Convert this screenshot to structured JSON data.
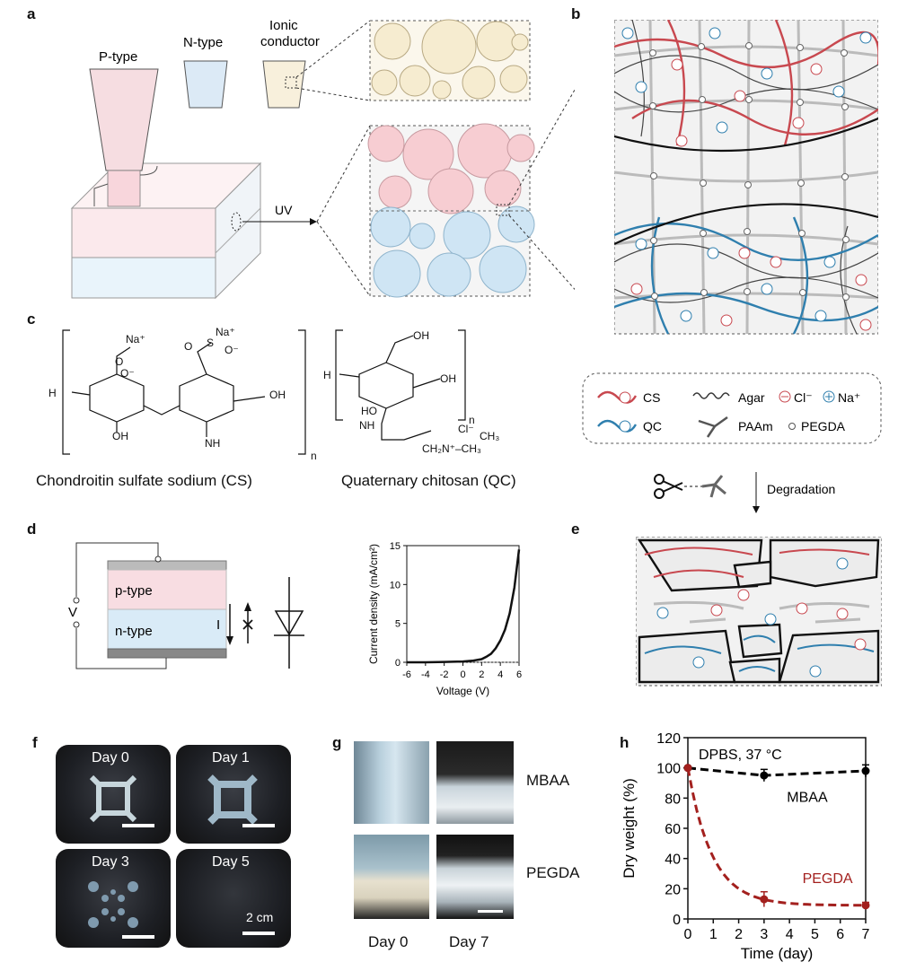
{
  "panels": {
    "a": {
      "letter": "a",
      "p_type": "P-type",
      "n_type": "N-type",
      "ionic_line1": "Ionic",
      "ionic_line2": "conductor",
      "uv": "UV"
    },
    "b": {
      "letter": "b",
      "legend": {
        "cs": "CS",
        "agar": "Agar",
        "cl": "Cl⁻",
        "na": "Na⁺",
        "qc": "QC",
        "paam": "PAAm",
        "pegda": "PEGDA"
      },
      "degradation": "Degradation"
    },
    "c": {
      "letter": "c",
      "cs_name": "Chondroitin sulfate sodium (CS)",
      "qc_name": "Quaternary chitosan (QC)"
    },
    "d": {
      "letter": "d",
      "v_label": "V",
      "p_label": "p-type",
      "n_label": "n-type",
      "i_label": "I",
      "chart_data": {
        "type": "line",
        "xlabel": "Voltage (V)",
        "ylabel": "Current density (mA/cm²)",
        "xlim": [
          -6,
          6
        ],
        "ylim": [
          0,
          15
        ],
        "xticks": [
          -6,
          -4,
          -2,
          0,
          2,
          4,
          6
        ],
        "yticks": [
          0,
          5,
          10,
          15
        ],
        "x": [
          -6,
          -4,
          -2,
          0,
          1,
          2,
          2.5,
          3,
          3.5,
          4,
          4.5,
          5,
          5.5,
          6
        ],
        "y": [
          0,
          0,
          0.05,
          0.1,
          0.2,
          0.4,
          0.7,
          1.1,
          1.8,
          2.8,
          4.2,
          6.3,
          9.6,
          14.5
        ]
      }
    },
    "e": {
      "letter": "e"
    },
    "f": {
      "letter": "f",
      "days": [
        "Day 0",
        "Day 1",
        "Day 3",
        "Day 5"
      ],
      "scale": "2 cm"
    },
    "g": {
      "letter": "g",
      "row1": "MBAA",
      "row2": "PEGDA",
      "col1": "Day 0",
      "col2": "Day 7"
    },
    "h": {
      "letter": "h",
      "chart_data": {
        "type": "line",
        "title": "DPBS, 37 °C",
        "xlabel": "Time (day)",
        "ylabel": "Dry weight (%)",
        "xlim": [
          0,
          7
        ],
        "ylim": [
          0,
          120
        ],
        "xticks": [
          0,
          1,
          2,
          3,
          4,
          5,
          6,
          7
        ],
        "yticks": [
          0,
          20,
          40,
          60,
          80,
          100,
          120
        ],
        "series": [
          {
            "name": "MBAA",
            "color": "#000000",
            "x": [
              0,
              3,
              7
            ],
            "y": [
              100,
              95,
              98
            ],
            "err": [
              1,
              4,
              4
            ]
          },
          {
            "name": "PEGDA",
            "color": "#a3201e",
            "x": [
              0,
              3,
              7
            ],
            "y": [
              100,
              13,
              9
            ],
            "err": [
              1,
              5,
              2
            ]
          }
        ]
      }
    }
  }
}
